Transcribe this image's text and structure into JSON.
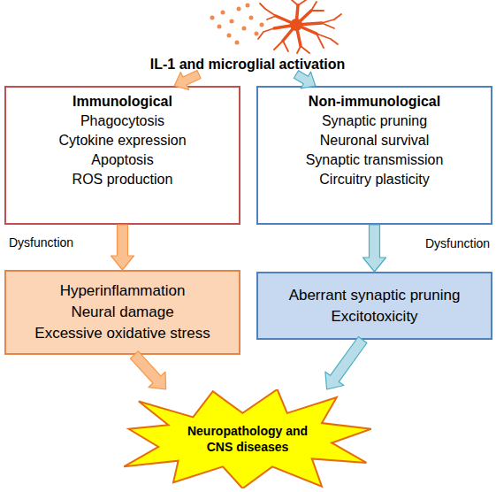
{
  "diagram": {
    "nodes": [
      {
        "text": [
          "IL-1 and microglial activation"
        ]
      },
      {
        "text": [
          "Immunological",
          "Phagocytosis",
          "Cytokine expression",
          "Apoptosis",
          "ROS production"
        ]
      },
      {
        "text": [
          "Non-immunological",
          "Synaptic pruning",
          "Neuronal survival",
          "Synaptic transmission",
          "Circuitry plasticity"
        ]
      },
      {
        "text": [
          "Hyperinflammation",
          "Neural damage",
          "Excessive oxidative stress"
        ]
      },
      {
        "text": [
          "Aberrant synaptic pruning",
          "Excitotoxicity"
        ]
      },
      {
        "text": [
          "Neuropathology and CNS diseases"
        ]
      }
    ],
    "edges": [
      {
        "from": 0,
        "to": 1,
        "arrow": "to"
      },
      {
        "from": 0,
        "to": 2,
        "arrow": "to"
      },
      {
        "from": 1,
        "to": 3,
        "label": "Dysfunction",
        "arrow": "to"
      },
      {
        "from": 2,
        "to": 4,
        "label": "Dysfunction",
        "arrow": "to"
      },
      {
        "from": 3,
        "to": 5,
        "arrow": "to"
      },
      {
        "from": 4,
        "to": 5,
        "arrow": "to"
      }
    ]
  }
}
